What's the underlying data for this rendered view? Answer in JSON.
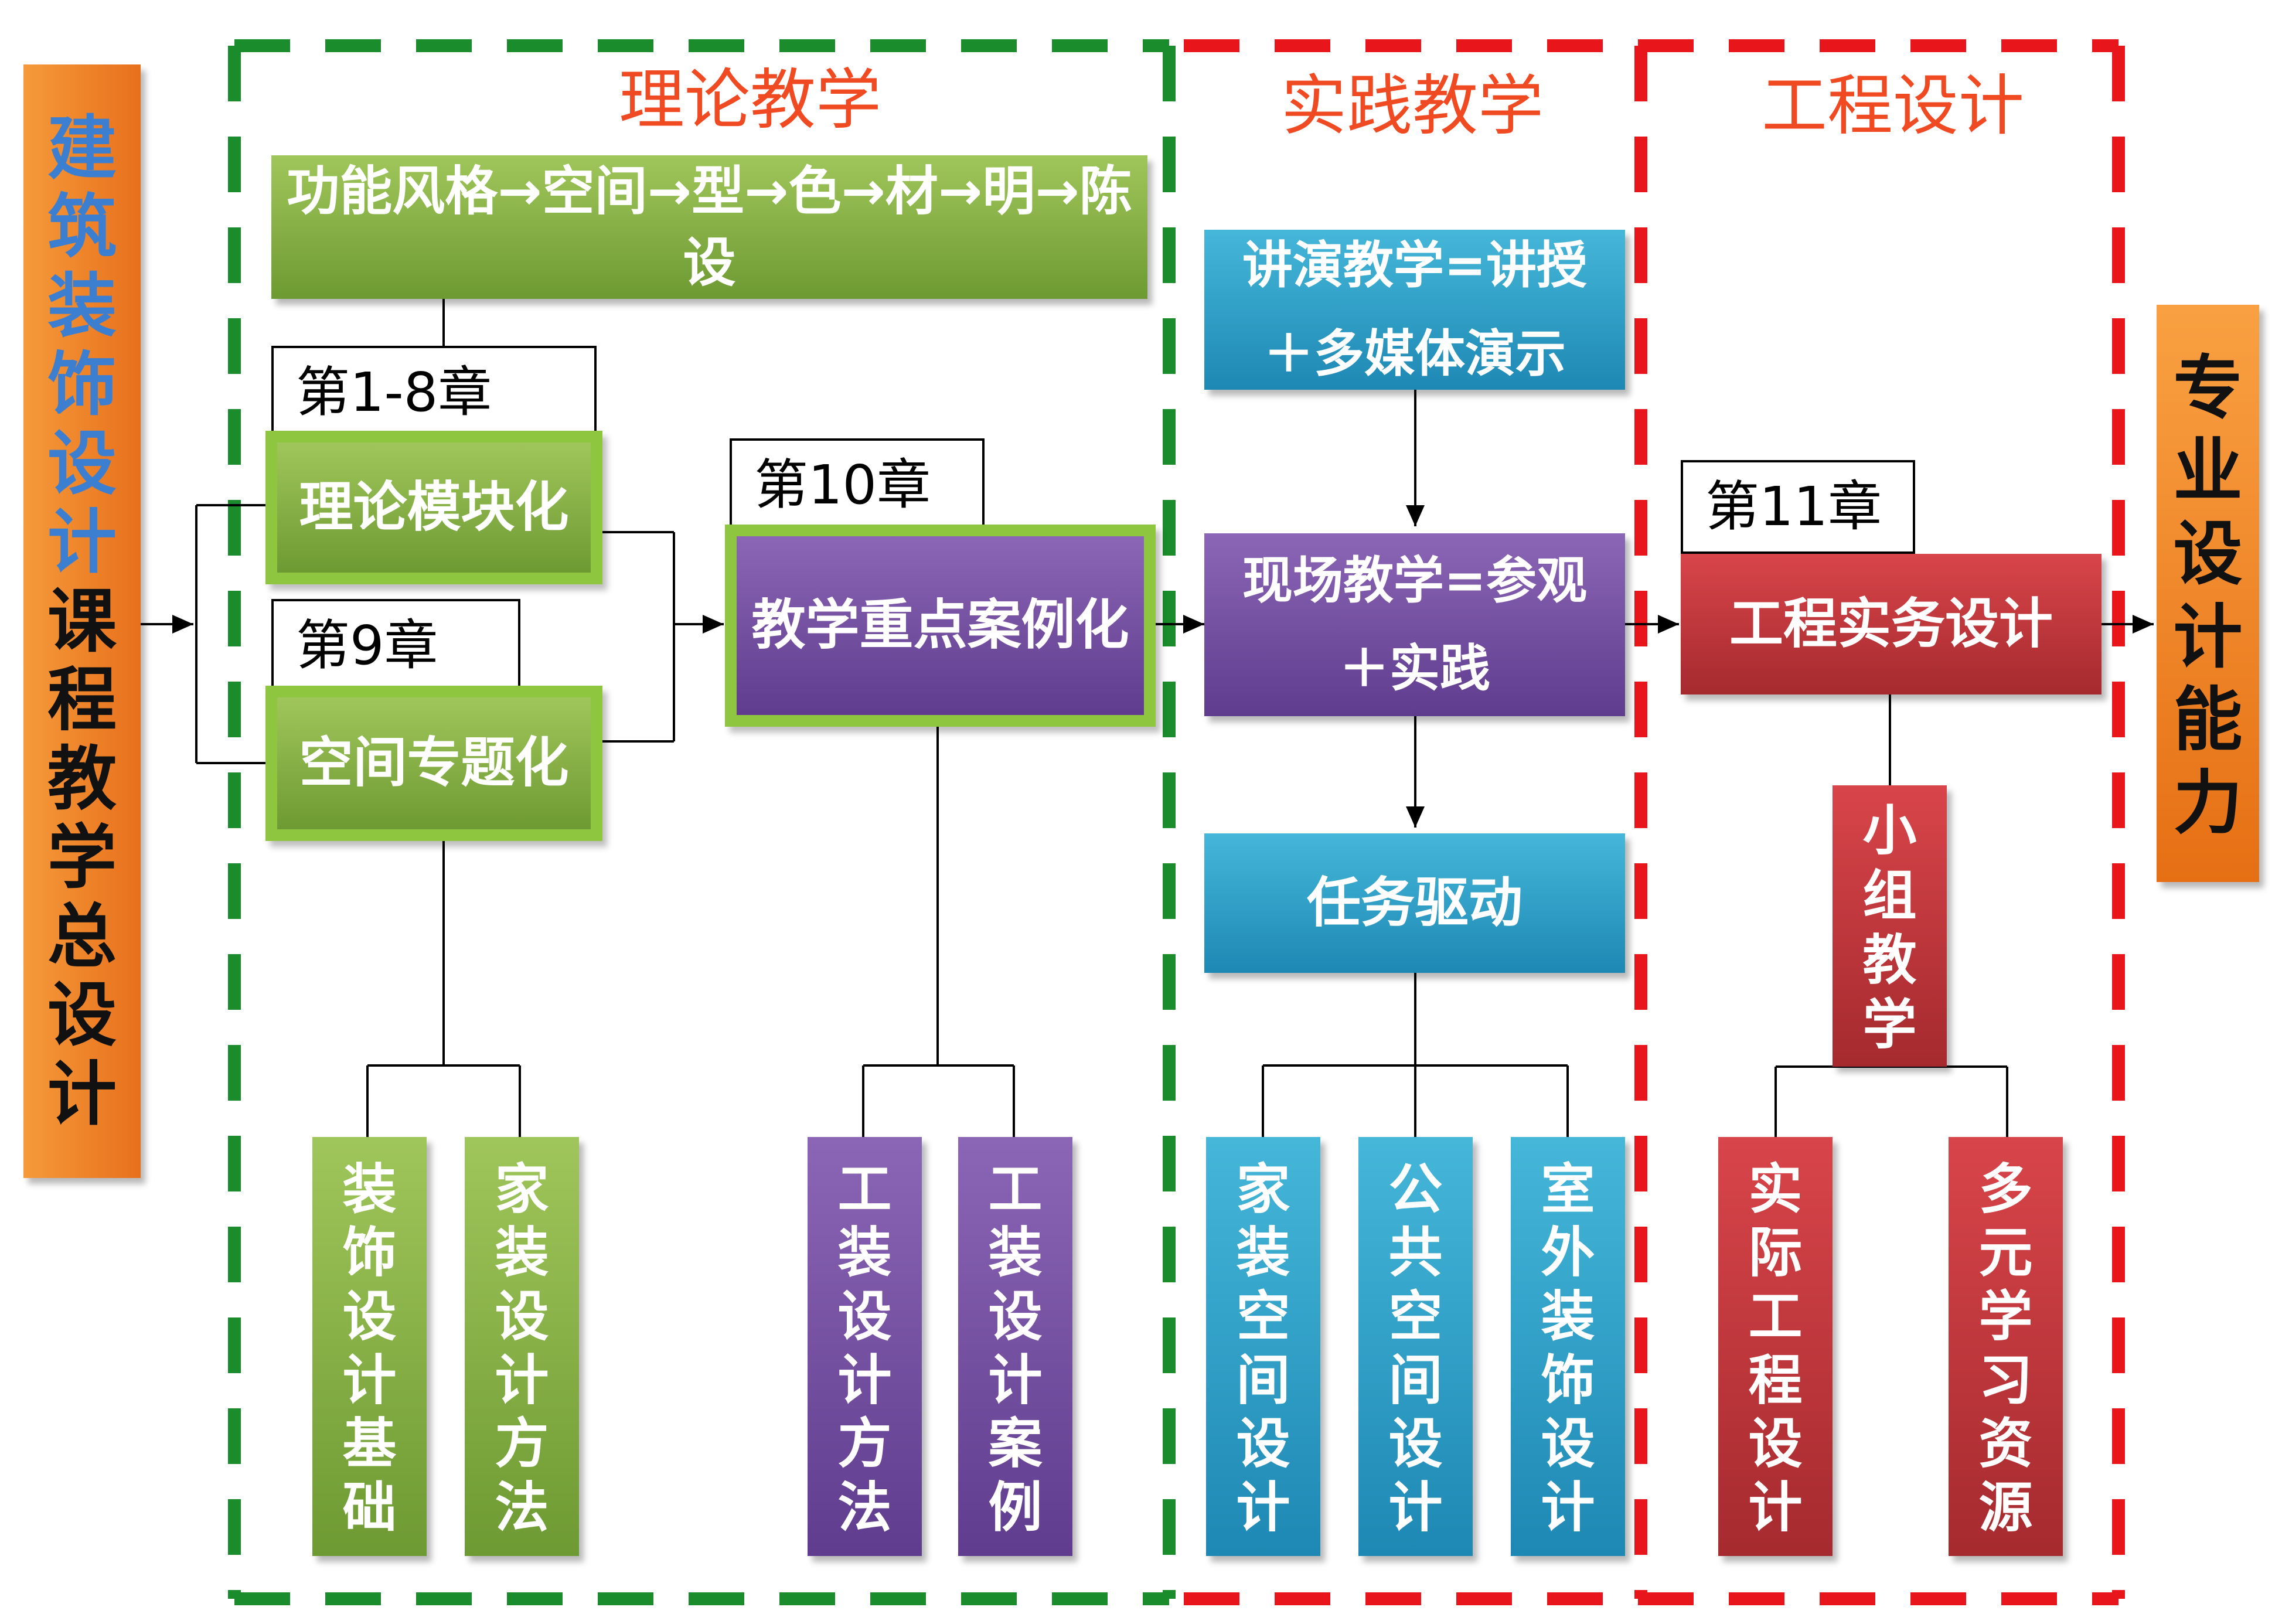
{
  "left_vertical": {
    "part_blue": [
      "建",
      "筑",
      "装",
      "饰",
      "设",
      "计"
    ],
    "part_black": [
      "课",
      "程",
      "教",
      "学",
      "总",
      "设",
      "计"
    ]
  },
  "right_vertical": [
    "专",
    "业",
    "设",
    "计",
    "能",
    "力"
  ],
  "section_titles": {
    "theory": "理论教学",
    "practice": "实践教学",
    "engineering": "工程设计"
  },
  "theory": {
    "top_box": "功能风格→空间→型→色→材→明→陈设",
    "tag_1_8": "第1-8章",
    "module_box": "理论模块化",
    "tag_9": "第9章",
    "space_box": "空间专题化",
    "tag_10": "第10章",
    "case_box": "教学重点案例化",
    "bottom": [
      [
        "装",
        "饰",
        "设",
        "计",
        "基",
        "础"
      ],
      [
        "家",
        "装",
        "设",
        "计",
        "方",
        "法"
      ],
      [
        "工",
        "装",
        "设",
        "计",
        "方",
        "法"
      ],
      [
        "工",
        "装",
        "设",
        "计",
        "案",
        "例"
      ]
    ]
  },
  "practice": {
    "lecture_line1": "讲演教学=讲授",
    "lecture_line2": "＋多媒体演示",
    "site_line1": "现场教学=参观",
    "site_line2": "＋实践",
    "task": "任务驱动",
    "bottom": [
      [
        "家",
        "装",
        "空",
        "间",
        "设",
        "计"
      ],
      [
        "公",
        "共",
        "空",
        "间",
        "设",
        "计"
      ],
      [
        "室",
        "外",
        "装",
        "饰",
        "设",
        "计"
      ]
    ]
  },
  "engineering": {
    "tag_11": "第11章",
    "practice_box": "工程实务设计",
    "group_box": [
      "小",
      "组",
      "教",
      "学"
    ],
    "bottom": [
      [
        "实",
        "际",
        "工",
        "程",
        "设",
        "计"
      ],
      [
        "多",
        "元",
        "学",
        "习",
        "资",
        "源"
      ]
    ]
  },
  "colors": {
    "green_dash": "#1a8c2b",
    "red_dash": "#e8161b",
    "title": "#f04a23",
    "green_box": "#8cb84a",
    "purple_box": "#7a52a6",
    "blue_box": "#31a5cf",
    "red_box": "#c0373c",
    "orange_box": "#ee8128",
    "glow": "#8ec63f",
    "left_blue_text": "#3c7fd0"
  }
}
